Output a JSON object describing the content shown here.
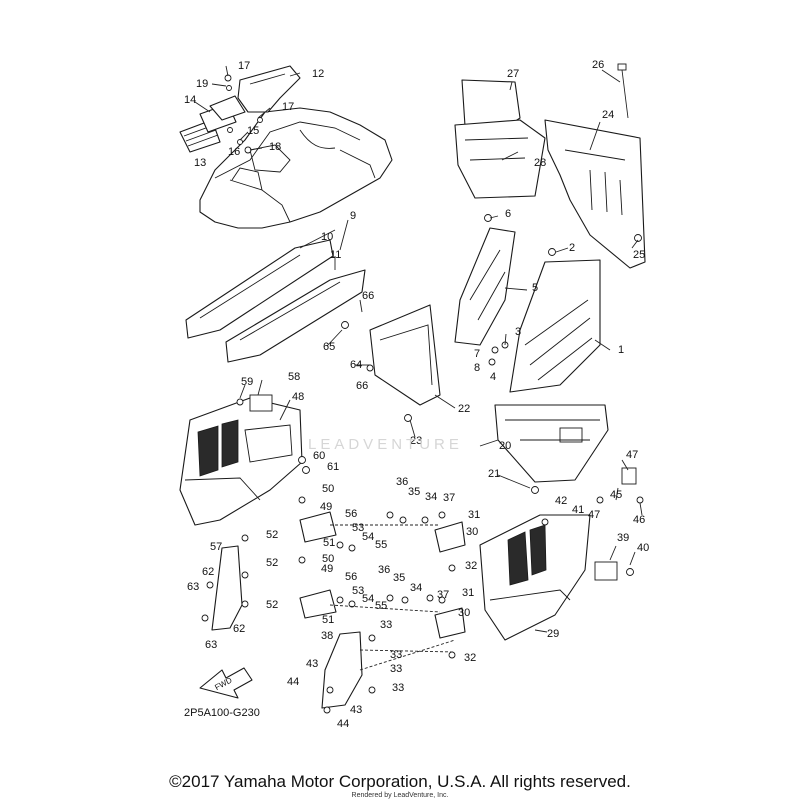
{
  "diagram": {
    "code": "2P5A100-G230",
    "fwd_label": "FWD",
    "watermark": "LEADVENTURE",
    "copyright": "©2017 Yamaha Motor Corporation, U.S.A. All rights reserved.",
    "rendered_by": "Rendered by LeadVenture, Inc."
  },
  "callouts": [
    {
      "n": "1"
    },
    {
      "n": "2"
    },
    {
      "n": "3"
    },
    {
      "n": "4"
    },
    {
      "n": "5"
    },
    {
      "n": "6"
    },
    {
      "n": "7"
    },
    {
      "n": "8"
    },
    {
      "n": "9"
    },
    {
      "n": "10"
    },
    {
      "n": "11"
    },
    {
      "n": "12"
    },
    {
      "n": "13"
    },
    {
      "n": "14"
    },
    {
      "n": "15"
    },
    {
      "n": "16"
    },
    {
      "n": "17"
    },
    {
      "n": "17"
    },
    {
      "n": "18"
    },
    {
      "n": "19"
    },
    {
      "n": "20"
    },
    {
      "n": "21"
    },
    {
      "n": "22"
    },
    {
      "n": "23"
    },
    {
      "n": "24"
    },
    {
      "n": "25"
    },
    {
      "n": "26"
    },
    {
      "n": "27"
    },
    {
      "n": "28"
    },
    {
      "n": "29"
    },
    {
      "n": "30"
    },
    {
      "n": "30"
    },
    {
      "n": "31"
    },
    {
      "n": "31"
    },
    {
      "n": "32"
    },
    {
      "n": "32"
    },
    {
      "n": "33"
    },
    {
      "n": "33"
    },
    {
      "n": "33"
    },
    {
      "n": "33"
    },
    {
      "n": "34"
    },
    {
      "n": "34"
    },
    {
      "n": "35"
    },
    {
      "n": "35"
    },
    {
      "n": "36"
    },
    {
      "n": "36"
    },
    {
      "n": "37"
    },
    {
      "n": "37"
    },
    {
      "n": "38"
    },
    {
      "n": "39"
    },
    {
      "n": "40"
    },
    {
      "n": "41"
    },
    {
      "n": "42"
    },
    {
      "n": "43"
    },
    {
      "n": "43"
    },
    {
      "n": "44"
    },
    {
      "n": "44"
    },
    {
      "n": "45"
    },
    {
      "n": "46"
    },
    {
      "n": "47"
    },
    {
      "n": "47"
    },
    {
      "n": "48"
    },
    {
      "n": "49"
    },
    {
      "n": "49"
    },
    {
      "n": "50"
    },
    {
      "n": "50"
    },
    {
      "n": "51"
    },
    {
      "n": "51"
    },
    {
      "n": "52"
    },
    {
      "n": "52"
    },
    {
      "n": "52"
    },
    {
      "n": "53"
    },
    {
      "n": "53"
    },
    {
      "n": "54"
    },
    {
      "n": "54"
    },
    {
      "n": "55"
    },
    {
      "n": "55"
    },
    {
      "n": "56"
    },
    {
      "n": "56"
    },
    {
      "n": "57"
    },
    {
      "n": "58"
    },
    {
      "n": "59"
    },
    {
      "n": "60"
    },
    {
      "n": "61"
    },
    {
      "n": "62"
    },
    {
      "n": "62"
    },
    {
      "n": "63"
    },
    {
      "n": "63"
    },
    {
      "n": "64"
    },
    {
      "n": "65"
    },
    {
      "n": "66"
    },
    {
      "n": "66"
    }
  ]
}
